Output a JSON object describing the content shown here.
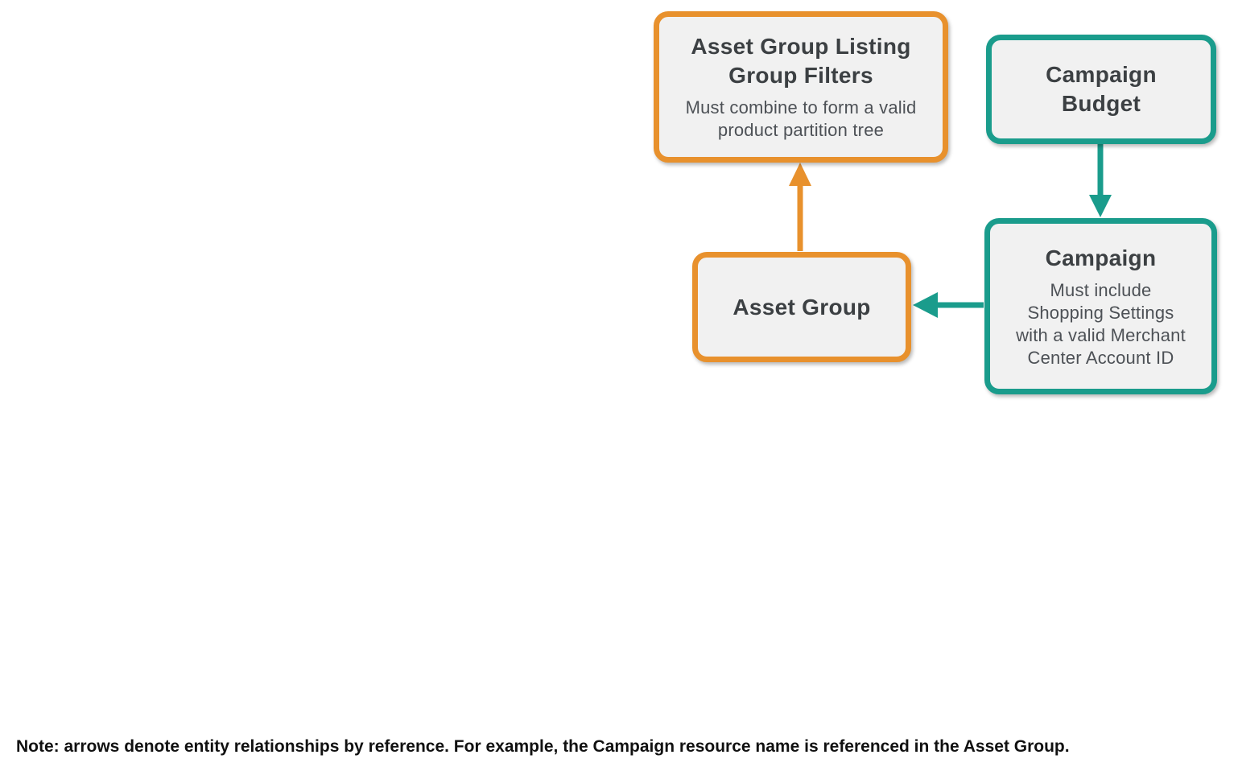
{
  "diagram": {
    "nodes": {
      "listing_filters": {
        "title": "Asset Group Listing Group Filters",
        "title_lines": [
          "Asset Group Listing",
          "Group Filters"
        ],
        "subtitle": "Must combine to form a valid product partition tree",
        "subtitle_lines": [
          "Must combine to form a valid",
          "product partition tree"
        ],
        "accent_color": "#E8912D"
      },
      "campaign_budget": {
        "title": "Campaign Budget",
        "title_lines": [
          "Campaign",
          "Budget"
        ],
        "accent_color": "#1A9C8C"
      },
      "asset_group": {
        "title": "Asset Group",
        "title_lines": [
          "Asset Group"
        ],
        "accent_color": "#E8912D"
      },
      "campaign": {
        "title": "Campaign",
        "title_lines": [
          "Campaign"
        ],
        "subtitle": "Must include Shopping Settings with a valid Merchant Center Account ID",
        "subtitle_lines": [
          "Must include",
          "Shopping Settings",
          "with a valid Merchant",
          "Center Account ID"
        ],
        "accent_color": "#1A9C8C"
      }
    },
    "relationships": [
      {
        "from": "Asset Group",
        "to": "Asset Group Listing Group Filters",
        "color": "#E8912D"
      },
      {
        "from": "Campaign Budget",
        "to": "Campaign",
        "color": "#1A9C8C"
      },
      {
        "from": "Campaign",
        "to": "Asset Group",
        "color": "#1A9C8C"
      }
    ],
    "colors": {
      "orange": "#E8912D",
      "teal": "#1A9C8C",
      "node_fill": "#F1F1F1",
      "title_text": "#3C4043",
      "subtitle_text": "#4D5156",
      "note_text": "#111111"
    }
  },
  "note": "Note: arrows denote entity relationships by reference. For example, the Campaign resource name is referenced in the Asset Group."
}
